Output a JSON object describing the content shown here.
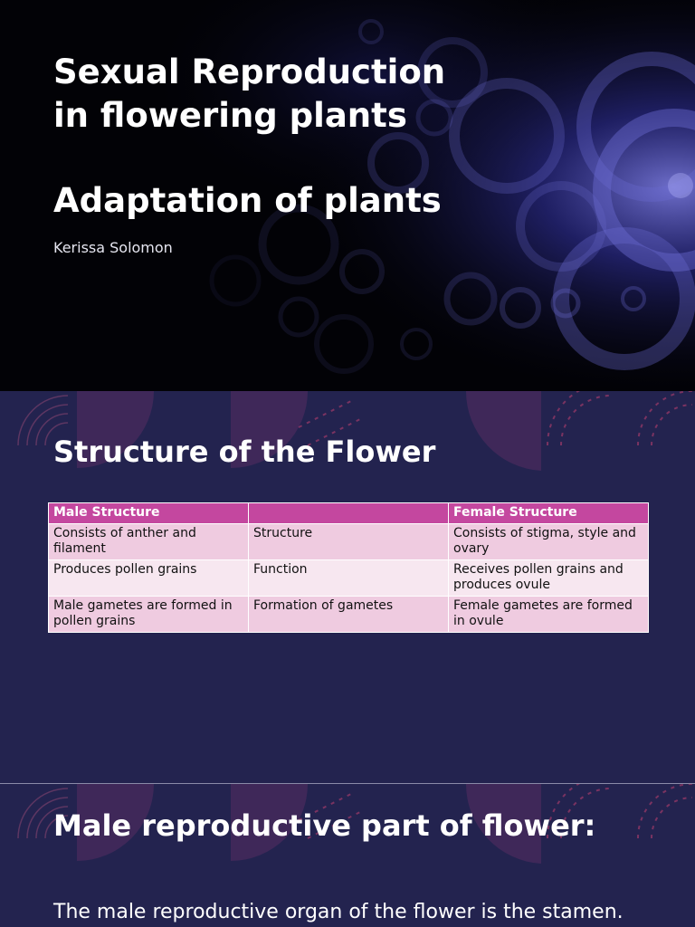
{
  "slide1": {
    "title_line1": "Sexual Reproduction",
    "title_line2": "in flowering plants",
    "subtitle": "Adaptation of plants",
    "author": "Kerissa Solomon"
  },
  "slide2": {
    "heading": "Structure of the Flower",
    "table": {
      "headers": [
        "Male Structure",
        "",
        "Female Structure"
      ],
      "rows": [
        [
          "Consists of anther and filament",
          "Structure",
          "Consists of stigma, style and ovary"
        ],
        [
          "Produces pollen grains",
          "Function",
          "Receives pollen grains and produces ovule"
        ],
        [
          "Male gametes are formed in pollen grains",
          "Formation of gametes",
          "Female gametes are formed in ovule"
        ]
      ]
    }
  },
  "slide3": {
    "heading": "Male reproductive part of flower:",
    "body": "The male reproductive organ of the flower is the stamen."
  },
  "colors": {
    "title_bg": "#020206",
    "slide_bg": "#23234f",
    "table_header": "#c4479f",
    "row_odd": "#efcbe0",
    "row_even": "#f7e7f0",
    "accent_ring": "#5f5fc8"
  }
}
